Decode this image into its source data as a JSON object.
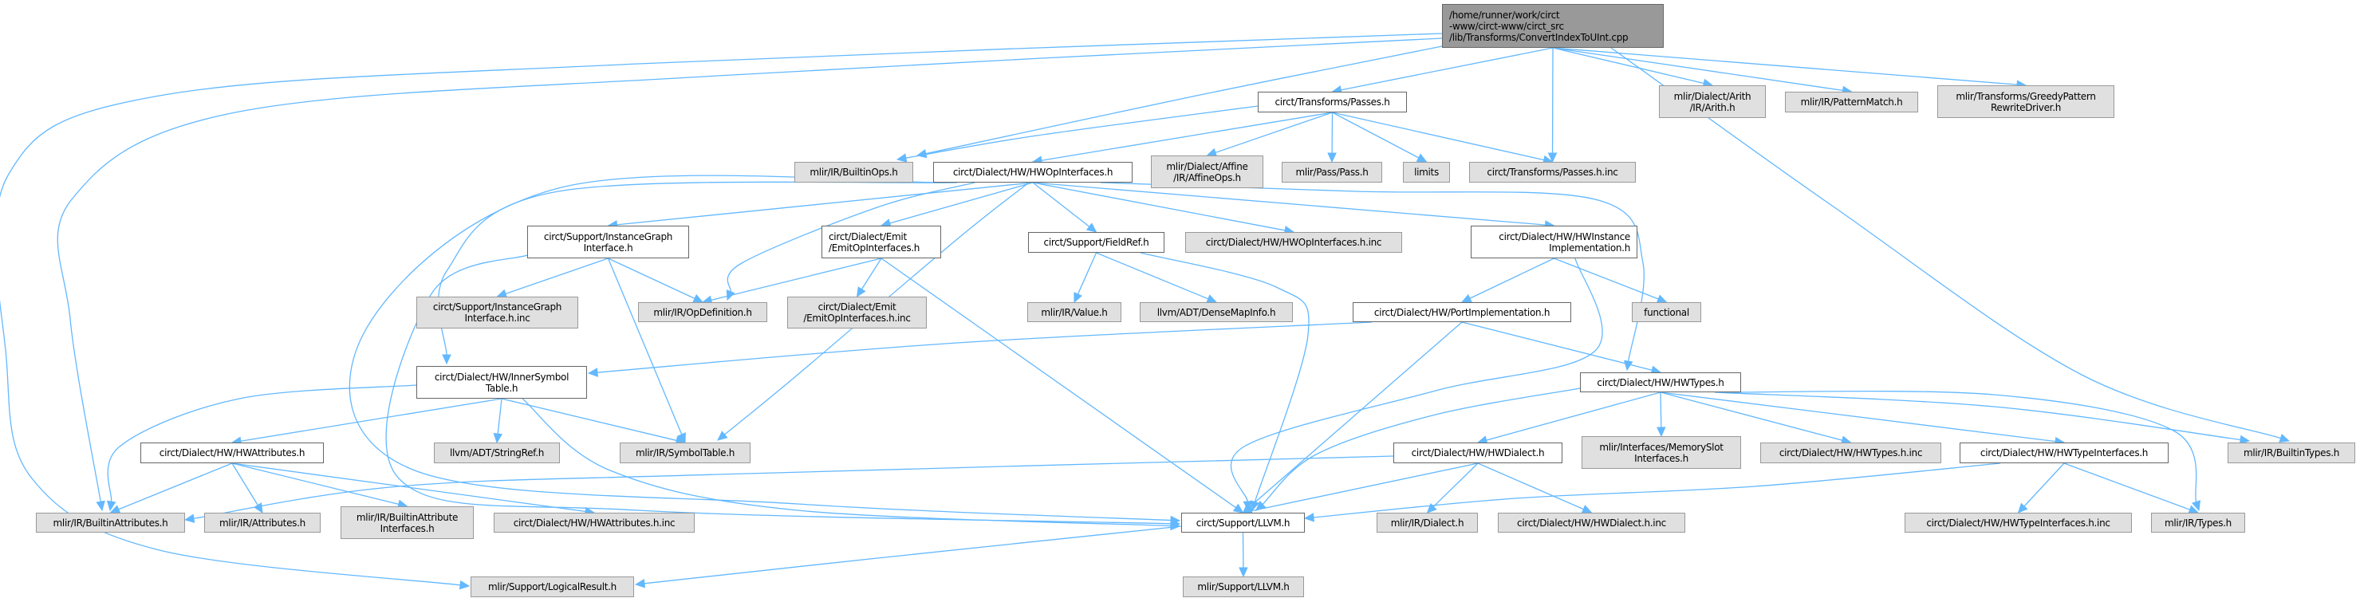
{
  "graph": {
    "title": "Include dependency graph for ConvertIndexToUInt.cpp",
    "edge_color": "#63b8ff",
    "colors": {
      "root_fill": "#999999",
      "documented_fill": "#ffffff",
      "external_fill": "#e0e0e0"
    },
    "nodes": [
      {
        "id": "root",
        "kind": "root",
        "lines": [
          "/home/runner/work/circt",
          "-www/circt-www/circt_src",
          "/lib/Transforms/ConvertIndexToUInt.cpp"
        ]
      },
      {
        "id": "passes",
        "kind": "documented",
        "lines": [
          "circt/Transforms/Passes.h"
        ]
      },
      {
        "id": "builtinops",
        "kind": "external",
        "lines": [
          "mlir/IR/BuiltinOps.h"
        ]
      },
      {
        "id": "hwopif",
        "kind": "documented",
        "lines": [
          "circt/Dialect/HW/HWOpInterfaces.h"
        ]
      },
      {
        "id": "affine",
        "kind": "external",
        "lines": [
          "mlir/Dialect/Affine",
          "/IR/AffineOps.h"
        ]
      },
      {
        "id": "pass",
        "kind": "external",
        "lines": [
          "mlir/Pass/Pass.h"
        ]
      },
      {
        "id": "limits",
        "kind": "external",
        "lines": [
          "limits"
        ]
      },
      {
        "id": "passesinc",
        "kind": "external",
        "lines": [
          "circt/Transforms/Passes.h.inc"
        ]
      },
      {
        "id": "arith",
        "kind": "external",
        "lines": [
          "mlir/Dialect/Arith",
          "/IR/Arith.h"
        ]
      },
      {
        "id": "patternmatch",
        "kind": "external",
        "lines": [
          "mlir/IR/PatternMatch.h"
        ]
      },
      {
        "id": "greedy",
        "kind": "external",
        "lines": [
          "mlir/Transforms/GreedyPattern",
          "RewriteDriver.h"
        ]
      },
      {
        "id": "instgraph",
        "kind": "documented",
        "lines": [
          "circt/Support/InstanceGraph",
          "Interface.h"
        ]
      },
      {
        "id": "emit",
        "kind": "documented",
        "lines": [
          "circt/Dialect/Emit",
          "/EmitOpInterfaces.h"
        ]
      },
      {
        "id": "fieldref",
        "kind": "documented",
        "lines": [
          "circt/Support/FieldRef.h"
        ]
      },
      {
        "id": "hwopifinc",
        "kind": "external",
        "lines": [
          "circt/Dialect/HW/HWOpInterfaces.h.inc"
        ]
      },
      {
        "id": "hwinst",
        "kind": "documented",
        "lines": [
          "circt/Dialect/HW/HWInstance",
          "Implementation.h"
        ]
      },
      {
        "id": "instgraphinc",
        "kind": "external",
        "lines": [
          "circt/Support/InstanceGraph",
          "Interface.h.inc"
        ]
      },
      {
        "id": "opdef",
        "kind": "external",
        "lines": [
          "mlir/IR/OpDefinition.h"
        ]
      },
      {
        "id": "emitinc",
        "kind": "external",
        "lines": [
          "circt/Dialect/Emit",
          "/EmitOpInterfaces.h.inc"
        ]
      },
      {
        "id": "value",
        "kind": "external",
        "lines": [
          "mlir/IR/Value.h"
        ]
      },
      {
        "id": "densemap",
        "kind": "external",
        "lines": [
          "llvm/ADT/DenseMapInfo.h"
        ]
      },
      {
        "id": "portimpl",
        "kind": "documented",
        "lines": [
          "circt/Dialect/HW/PortImplementation.h"
        ]
      },
      {
        "id": "functional",
        "kind": "external",
        "lines": [
          "functional"
        ]
      },
      {
        "id": "innersym",
        "kind": "documented",
        "lines": [
          "circt/Dialect/HW/InnerSymbol",
          "Table.h"
        ]
      },
      {
        "id": "hwtypes",
        "kind": "documented",
        "lines": [
          "circt/Dialect/HW/HWTypes.h"
        ]
      },
      {
        "id": "hwattrs",
        "kind": "documented",
        "lines": [
          "circt/Dialect/HW/HWAttributes.h"
        ]
      },
      {
        "id": "stringref",
        "kind": "external",
        "lines": [
          "llvm/ADT/StringRef.h"
        ]
      },
      {
        "id": "symtab",
        "kind": "external",
        "lines": [
          "mlir/IR/SymbolTable.h"
        ]
      },
      {
        "id": "hwdialect",
        "kind": "documented",
        "lines": [
          "circt/Dialect/HW/HWDialect.h"
        ]
      },
      {
        "id": "memslot",
        "kind": "external",
        "lines": [
          "mlir/Interfaces/MemorySlot",
          "Interfaces.h"
        ]
      },
      {
        "id": "hwtypesinc",
        "kind": "external",
        "lines": [
          "circt/Dialect/HW/HWTypes.h.inc"
        ]
      },
      {
        "id": "hwtypeif",
        "kind": "documented",
        "lines": [
          "circt/Dialect/HW/HWTypeInterfaces.h"
        ]
      },
      {
        "id": "builtintypes",
        "kind": "external",
        "lines": [
          "mlir/IR/BuiltinTypes.h"
        ]
      },
      {
        "id": "builtinattrs",
        "kind": "external",
        "lines": [
          "mlir/IR/BuiltinAttributes.h"
        ]
      },
      {
        "id": "attributes",
        "kind": "external",
        "lines": [
          "mlir/IR/Attributes.h"
        ]
      },
      {
        "id": "battrif",
        "kind": "external",
        "lines": [
          "mlir/IR/BuiltinAttribute",
          "Interfaces.h"
        ]
      },
      {
        "id": "hwattrsinc",
        "kind": "external",
        "lines": [
          "circt/Dialect/HW/HWAttributes.h.inc"
        ]
      },
      {
        "id": "llvm",
        "kind": "documented",
        "lines": [
          "circt/Support/LLVM.h"
        ]
      },
      {
        "id": "dialect",
        "kind": "external",
        "lines": [
          "mlir/IR/Dialect.h"
        ]
      },
      {
        "id": "hwdialectinc",
        "kind": "external",
        "lines": [
          "circt/Dialect/HW/HWDialect.h.inc"
        ]
      },
      {
        "id": "hwtypeifinc",
        "kind": "external",
        "lines": [
          "circt/Dialect/HW/HWTypeInterfaces.h.inc"
        ]
      },
      {
        "id": "types",
        "kind": "external",
        "lines": [
          "mlir/IR/Types.h"
        ]
      },
      {
        "id": "logical",
        "kind": "external",
        "lines": [
          "mlir/Support/LogicalResult.h"
        ]
      },
      {
        "id": "mlirllvm",
        "kind": "external",
        "lines": [
          "mlir/Support/LLVM.h"
        ]
      }
    ],
    "edges": [
      [
        "root",
        "builtinops"
      ],
      [
        "root",
        "passes"
      ],
      [
        "root",
        "passesinc"
      ],
      [
        "root",
        "arith"
      ],
      [
        "root",
        "patternmatch"
      ],
      [
        "root",
        "greedy"
      ],
      [
        "root",
        "builtintypes"
      ],
      [
        "root",
        "builtinattrs"
      ],
      [
        "root",
        "logical"
      ],
      [
        "passes",
        "builtinops"
      ],
      [
        "passes",
        "hwopif"
      ],
      [
        "passes",
        "affine"
      ],
      [
        "passes",
        "pass"
      ],
      [
        "passes",
        "limits"
      ],
      [
        "passes",
        "passesinc"
      ],
      [
        "hwopif",
        "instgraph"
      ],
      [
        "hwopif",
        "emit"
      ],
      [
        "hwopif",
        "fieldref"
      ],
      [
        "hwopif",
        "hwopifinc"
      ],
      [
        "hwopif",
        "hwinst"
      ],
      [
        "hwopif",
        "hwtypes"
      ],
      [
        "hwopif",
        "innersym"
      ],
      [
        "hwopif",
        "opdef"
      ],
      [
        "hwopif",
        "symtab"
      ],
      [
        "hwopif",
        "llvm"
      ],
      [
        "instgraph",
        "instgraphinc"
      ],
      [
        "instgraph",
        "opdef"
      ],
      [
        "instgraph",
        "symtab"
      ],
      [
        "instgraph",
        "llvm"
      ],
      [
        "emit",
        "opdef"
      ],
      [
        "emit",
        "emitinc"
      ],
      [
        "emit",
        "llvm"
      ],
      [
        "fieldref",
        "value"
      ],
      [
        "fieldref",
        "densemap"
      ],
      [
        "fieldref",
        "llvm"
      ],
      [
        "hwinst",
        "portimpl"
      ],
      [
        "hwinst",
        "functional"
      ],
      [
        "hwinst",
        "llvm"
      ],
      [
        "portimpl",
        "innersym"
      ],
      [
        "portimpl",
        "hwtypes"
      ],
      [
        "portimpl",
        "llvm"
      ],
      [
        "innersym",
        "builtinattrs"
      ],
      [
        "innersym",
        "hwattrs"
      ],
      [
        "innersym",
        "stringref"
      ],
      [
        "innersym",
        "symtab"
      ],
      [
        "innersym",
        "llvm"
      ],
      [
        "hwattrs",
        "builtinattrs"
      ],
      [
        "hwattrs",
        "attributes"
      ],
      [
        "hwattrs",
        "battrif"
      ],
      [
        "hwattrs",
        "hwattrsinc"
      ],
      [
        "hwtypes",
        "llvm"
      ],
      [
        "hwtypes",
        "hwdialect"
      ],
      [
        "hwtypes",
        "memslot"
      ],
      [
        "hwtypes",
        "hwtypesinc"
      ],
      [
        "hwtypes",
        "hwtypeif"
      ],
      [
        "hwtypes",
        "builtintypes"
      ],
      [
        "hwtypes",
        "types"
      ],
      [
        "hwdialect",
        "builtinattrs"
      ],
      [
        "hwdialect",
        "llvm"
      ],
      [
        "hwdialect",
        "dialect"
      ],
      [
        "hwdialect",
        "hwdialectinc"
      ],
      [
        "hwtypeif",
        "llvm"
      ],
      [
        "hwtypeif",
        "hwtypeifinc"
      ],
      [
        "hwtypeif",
        "types"
      ],
      [
        "llvm",
        "mlirllvm"
      ],
      [
        "llvm",
        "logical"
      ]
    ]
  }
}
